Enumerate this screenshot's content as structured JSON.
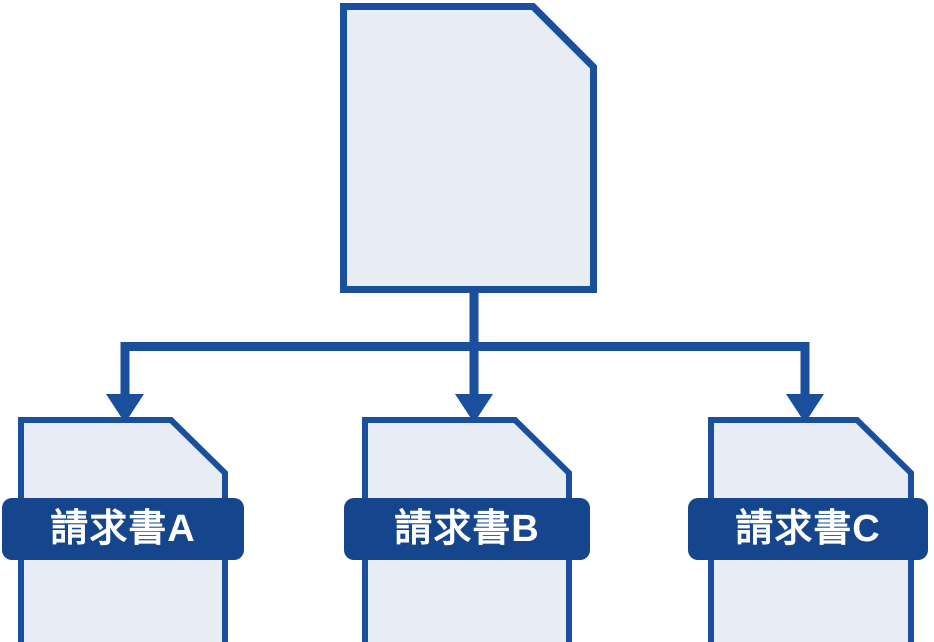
{
  "diagram": {
    "source_document": {
      "label": ""
    },
    "invoices": [
      {
        "label": "請求書A"
      },
      {
        "label": "請求書B"
      },
      {
        "label": "請求書C"
      }
    ],
    "colors": {
      "outline_blue": "#1a4f9e",
      "banner_blue": "#15458c",
      "document_fill": "#e8edf5",
      "label_text": "#ffffff"
    }
  }
}
